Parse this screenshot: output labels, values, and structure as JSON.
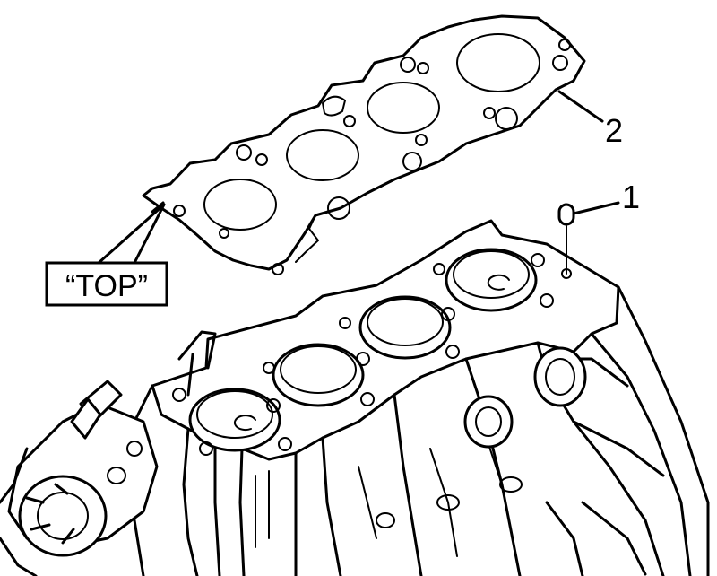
{
  "diagram": {
    "callouts": [
      {
        "id": "washer",
        "label": "1"
      },
      {
        "id": "gasket",
        "label": "2"
      }
    ],
    "top_marking": "“TOP”"
  }
}
